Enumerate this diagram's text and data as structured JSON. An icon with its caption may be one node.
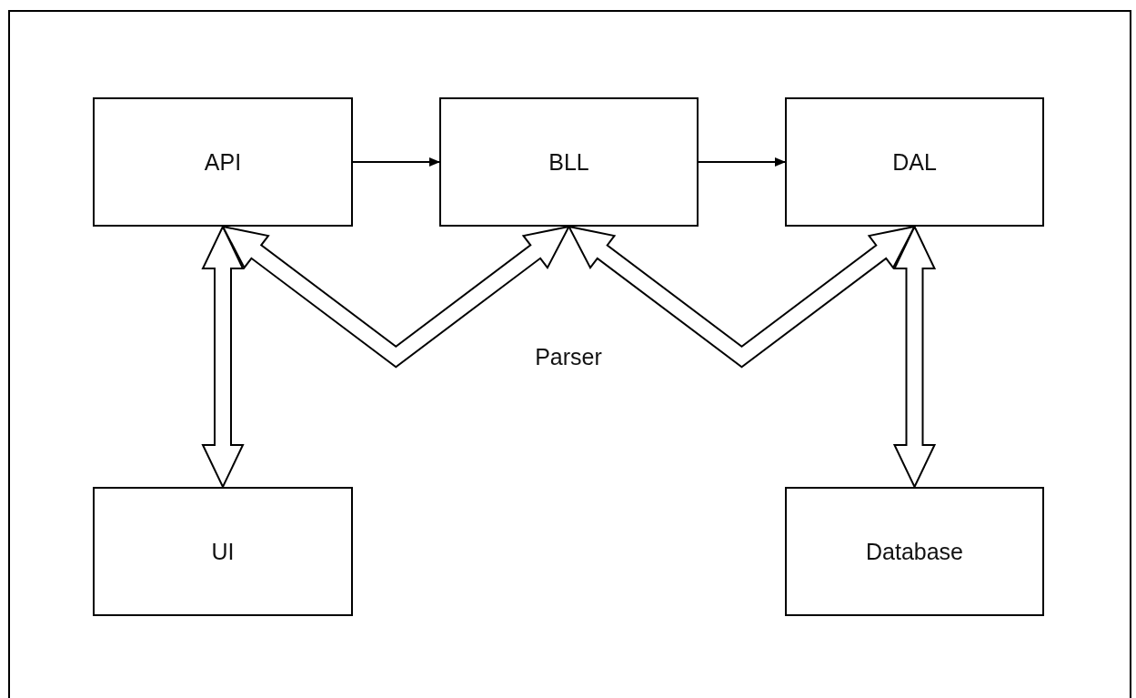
{
  "diagram": {
    "nodes": [
      {
        "text": [
          "API"
        ]
      },
      {
        "text": [
          "BLL"
        ]
      },
      {
        "text": [
          "DAL"
        ]
      },
      {
        "text": [
          "UI"
        ]
      },
      {
        "text": [
          "Database"
        ]
      }
    ],
    "edges": [
      {
        "from": 0,
        "to": 1,
        "arrow": "to"
      },
      {
        "from": 1,
        "to": 2,
        "arrow": "to"
      },
      {
        "from": 0,
        "to": 3,
        "arrow": "both",
        "style": "thick"
      },
      {
        "from": 0,
        "to": 1,
        "arrow": "both",
        "style": "thick"
      },
      {
        "from": 1,
        "to": 2,
        "arrow": "both",
        "style": "thick"
      },
      {
        "from": 2,
        "to": 4,
        "arrow": "both",
        "style": "thick"
      }
    ],
    "labels": [
      "Parser"
    ]
  }
}
